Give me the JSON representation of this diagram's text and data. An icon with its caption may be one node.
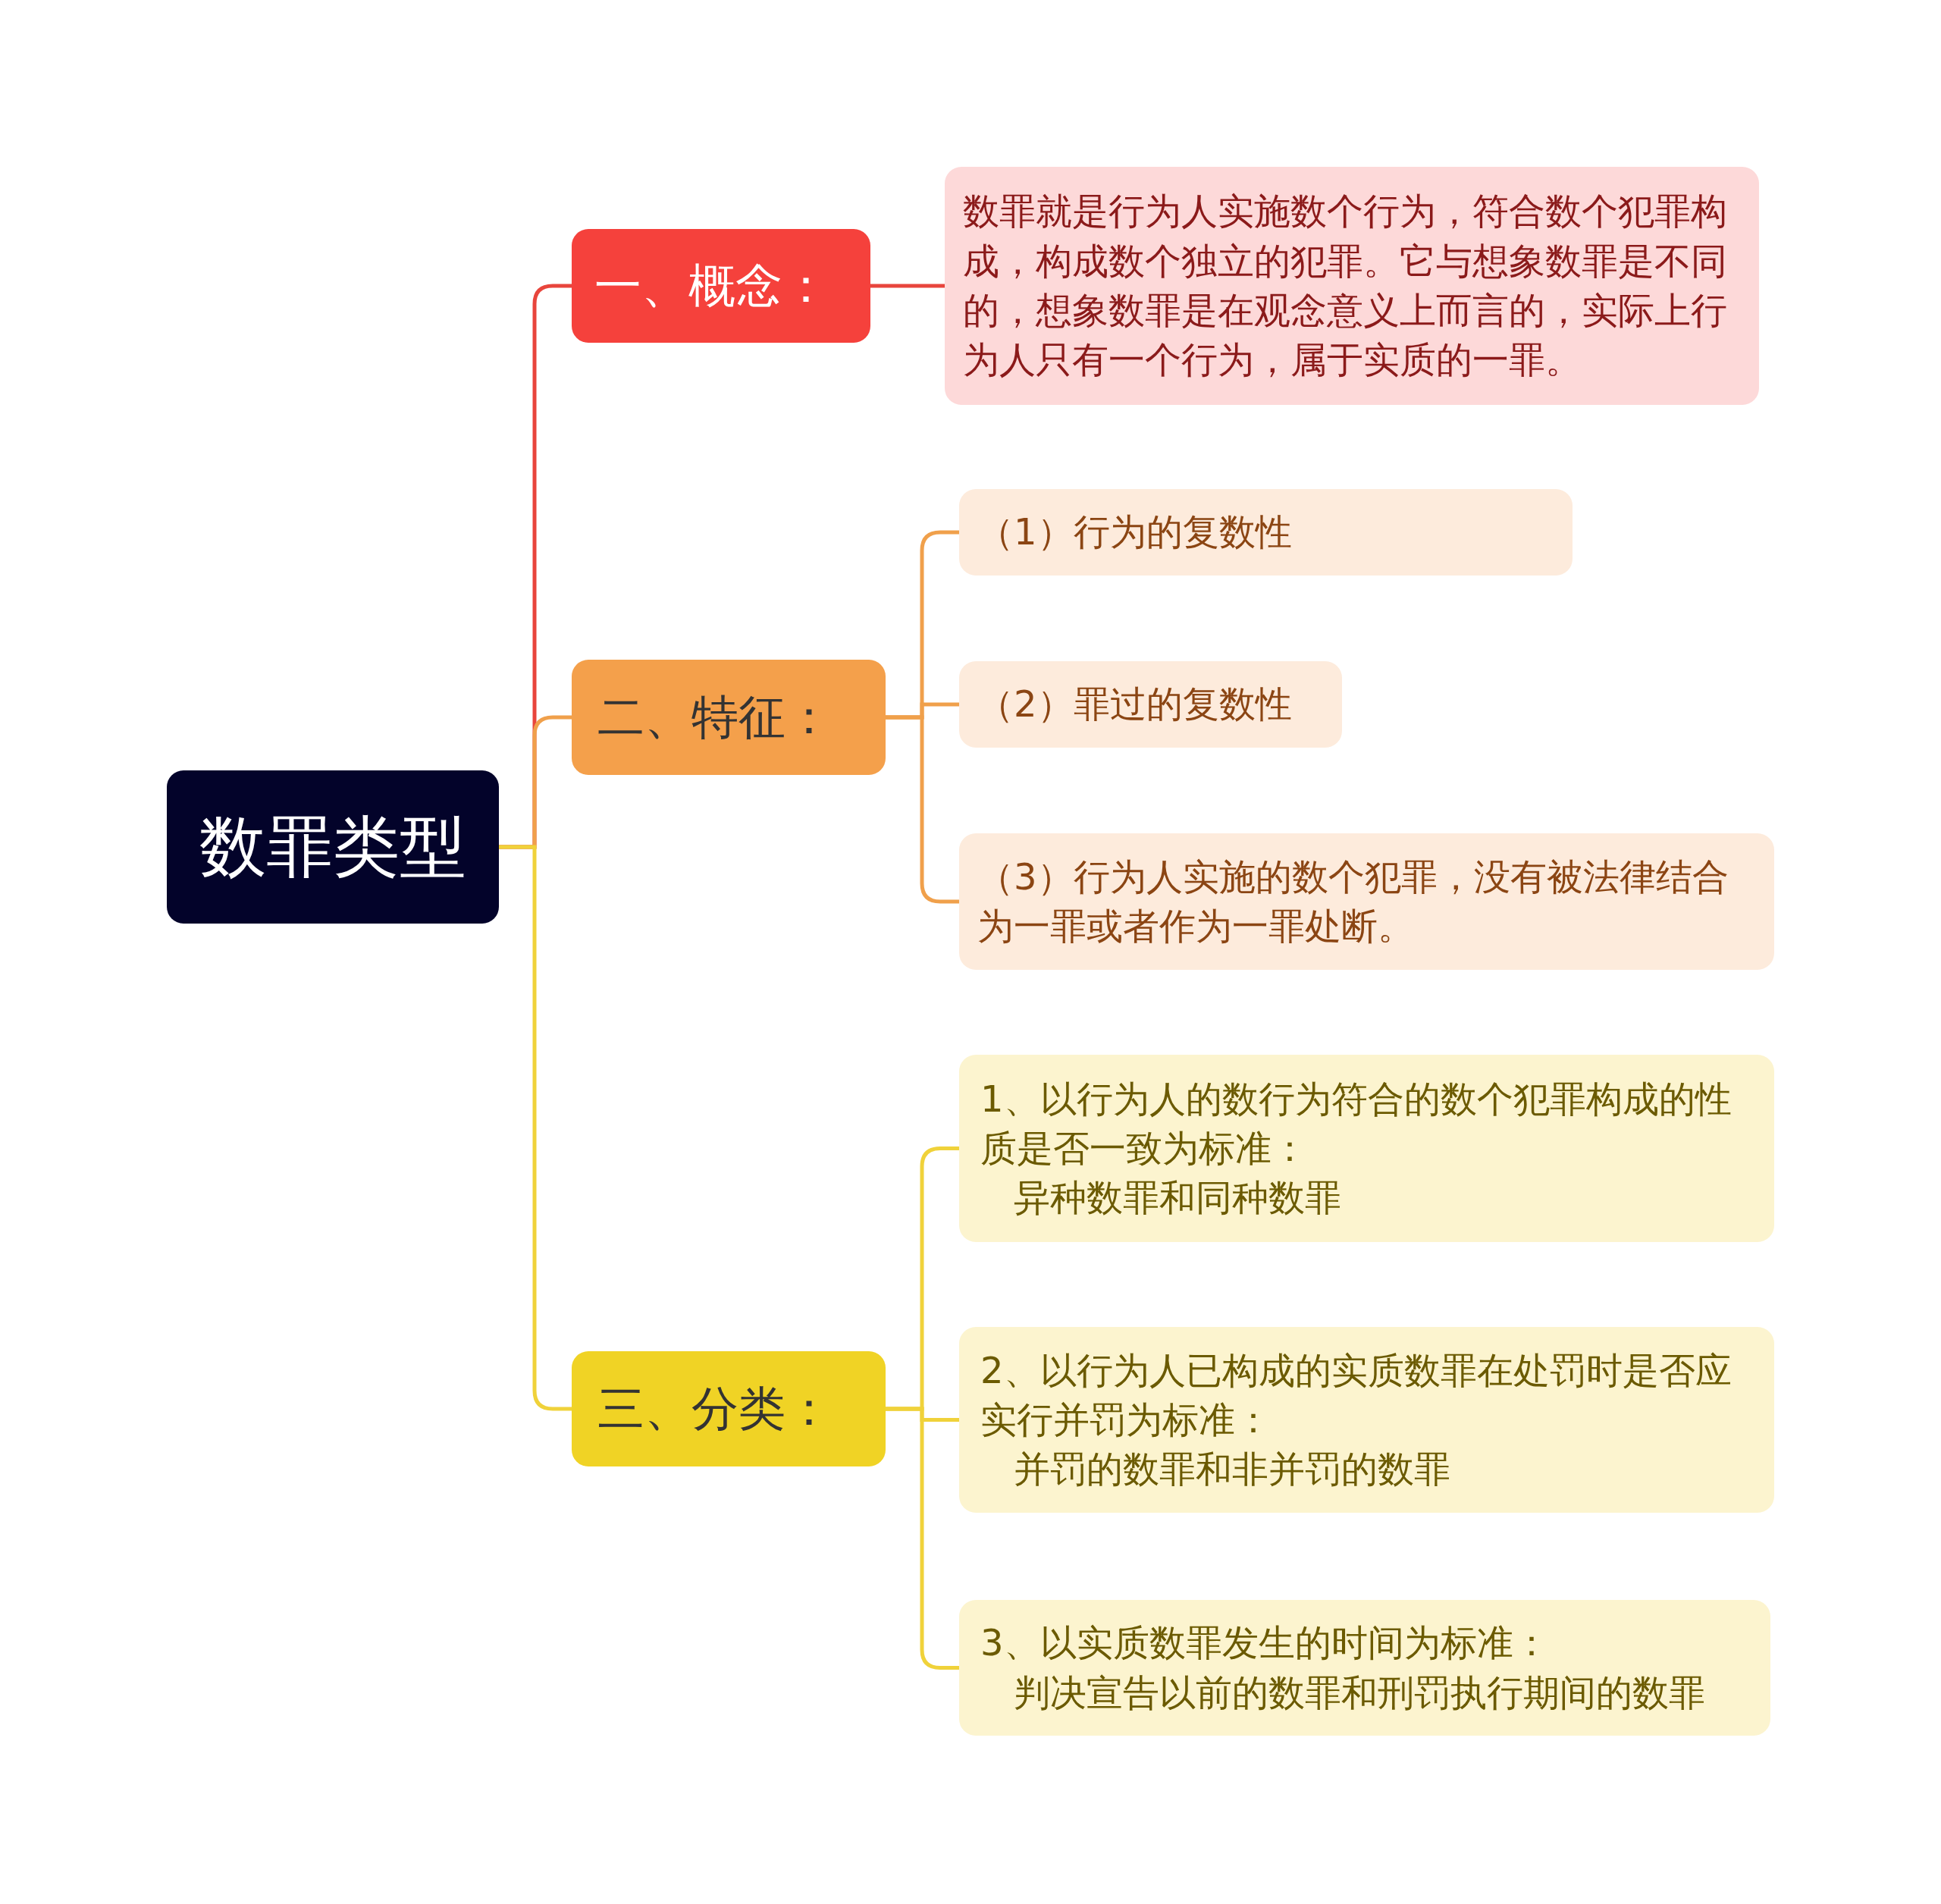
{
  "diagram": {
    "nodes": [
      {
        "text": [
          "数罪类型"
        ]
      },
      {
        "text": [
          "一、概念："
        ]
      },
      {
        "text": [
          "数罪就是行为人实施数个行为，符合数个犯罪构成，构成数个独立的犯罪。它与想象数罪是不同的，想象数罪是在观念意义上而言的，实际上行为人只有一个行为，属于实质的一罪。"
        ]
      },
      {
        "text": [
          "二、特征："
        ]
      },
      {
        "text": [
          "（1）行为的复数性"
        ]
      },
      {
        "text": [
          "（2）罪过的复数性"
        ]
      },
      {
        "text": [
          "（3）行为人实施的数个犯罪，没有被法律结合为一罪或者作为一罪处断。"
        ]
      },
      {
        "text": [
          "三、分类："
        ]
      },
      {
        "text": [
          "1、以行为人的数行为符合的数个犯罪构成的性质是否一致为标准：",
          "异种数罪和同种数罪"
        ]
      },
      {
        "text": [
          "2、以行为人已构成的实质数罪在处罚时是否应实行并罚为标准：",
          "并罚的数罪和非并罚的数罪"
        ]
      },
      {
        "text": [
          "3、以实质数罪发生的时间为标准：",
          "判决宣告以前的数罪和刑罚执行期间的数罪"
        ]
      }
    ],
    "edges": [
      {
        "from": 0,
        "to": 1,
        "arrow": "none",
        "color": "#e8453c"
      },
      {
        "from": 0,
        "to": 3,
        "arrow": "none",
        "color": "#f0a04b"
      },
      {
        "from": 0,
        "to": 7,
        "arrow": "none",
        "color": "#f0d23a"
      },
      {
        "from": 1,
        "to": 2,
        "arrow": "none",
        "color": "#e8453c"
      },
      {
        "from": 3,
        "to": 4,
        "arrow": "none",
        "color": "#f0a04b"
      },
      {
        "from": 3,
        "to": 5,
        "arrow": "none",
        "color": "#f0a04b"
      },
      {
        "from": 3,
        "to": 6,
        "arrow": "none",
        "color": "#f0a04b"
      },
      {
        "from": 7,
        "to": 8,
        "arrow": "none",
        "color": "#f0d23a"
      },
      {
        "from": 7,
        "to": 9,
        "arrow": "none",
        "color": "#f0d23a"
      },
      {
        "from": 7,
        "to": 10,
        "arrow": "none",
        "color": "#f0d23a"
      }
    ]
  }
}
